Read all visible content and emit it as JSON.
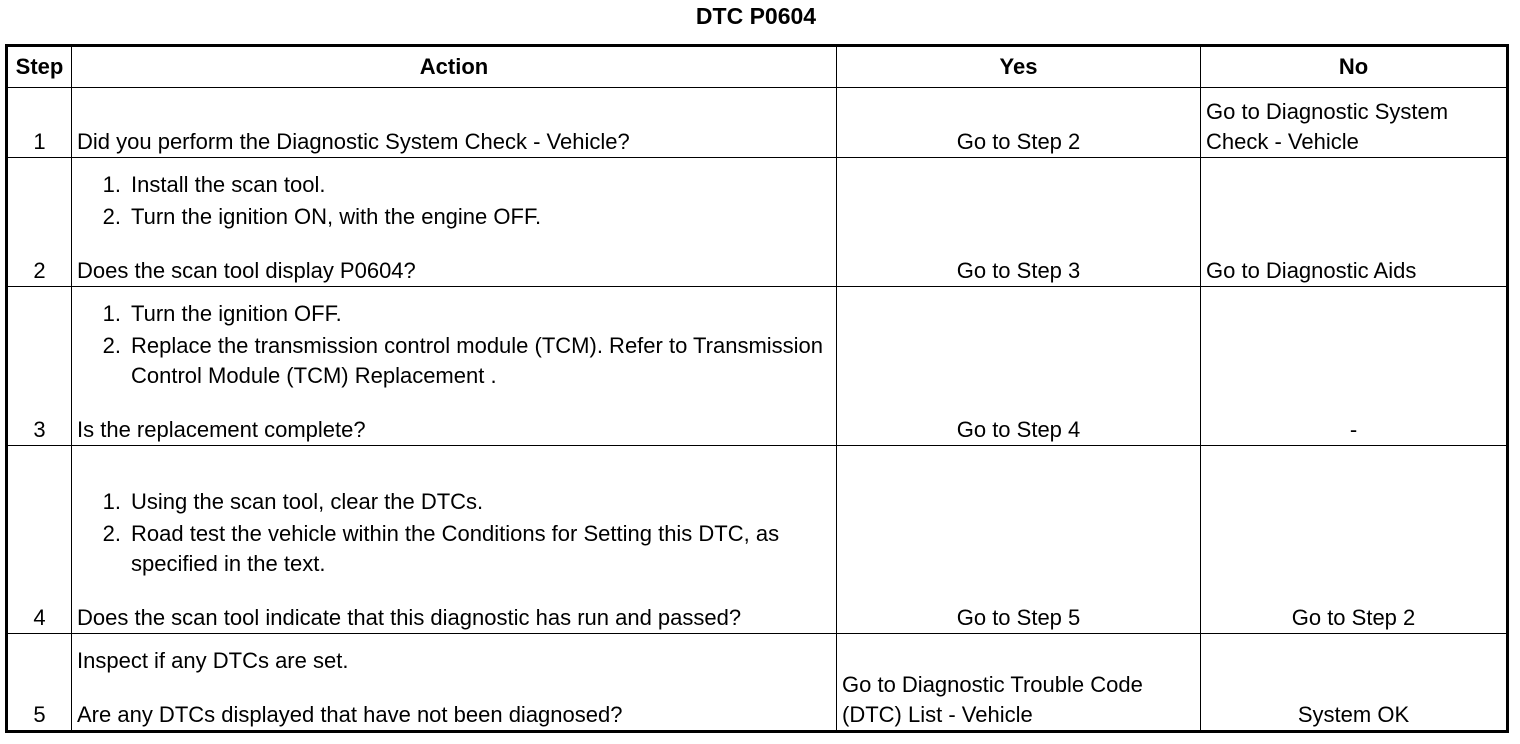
{
  "title": "DTC P0604",
  "headers": {
    "step": "Step",
    "action": "Action",
    "yes": "Yes",
    "no": "No"
  },
  "rows": [
    {
      "step": "1",
      "steps": [],
      "question": "Did you perform the Diagnostic System Check - Vehicle?",
      "yes": "Go to Step 2",
      "no": "Go to Diagnostic System Check - Vehicle"
    },
    {
      "step": "2",
      "steps": [
        "Install the scan tool.",
        "Turn the ignition ON, with the engine OFF."
      ],
      "question": "Does the scan tool display P0604?",
      "yes": "Go to Step 3",
      "no": "Go to Diagnostic Aids"
    },
    {
      "step": "3",
      "steps": [
        "Turn the ignition OFF.",
        "Replace the transmission control module (TCM). Refer to Transmission Control Module (TCM) Replacement ."
      ],
      "question": "Is the replacement complete?",
      "yes": "Go to Step 4",
      "no": "-"
    },
    {
      "step": "4",
      "steps": [
        "Using the scan tool, clear the DTCs.",
        "Road test the vehicle within the Conditions for Setting this DTC, as specified in the text."
      ],
      "question": "Does the scan tool indicate that this diagnostic has run and passed?",
      "yes": "Go to Step 5",
      "no": "Go to Step 2"
    },
    {
      "step": "5",
      "steps": [],
      "instruction": "Inspect if any DTCs are set.",
      "question": "Are any DTCs displayed that have not been diagnosed?",
      "yes": "Go to Diagnostic Trouble Code (DTC) List - Vehicle",
      "no": "System OK"
    }
  ]
}
